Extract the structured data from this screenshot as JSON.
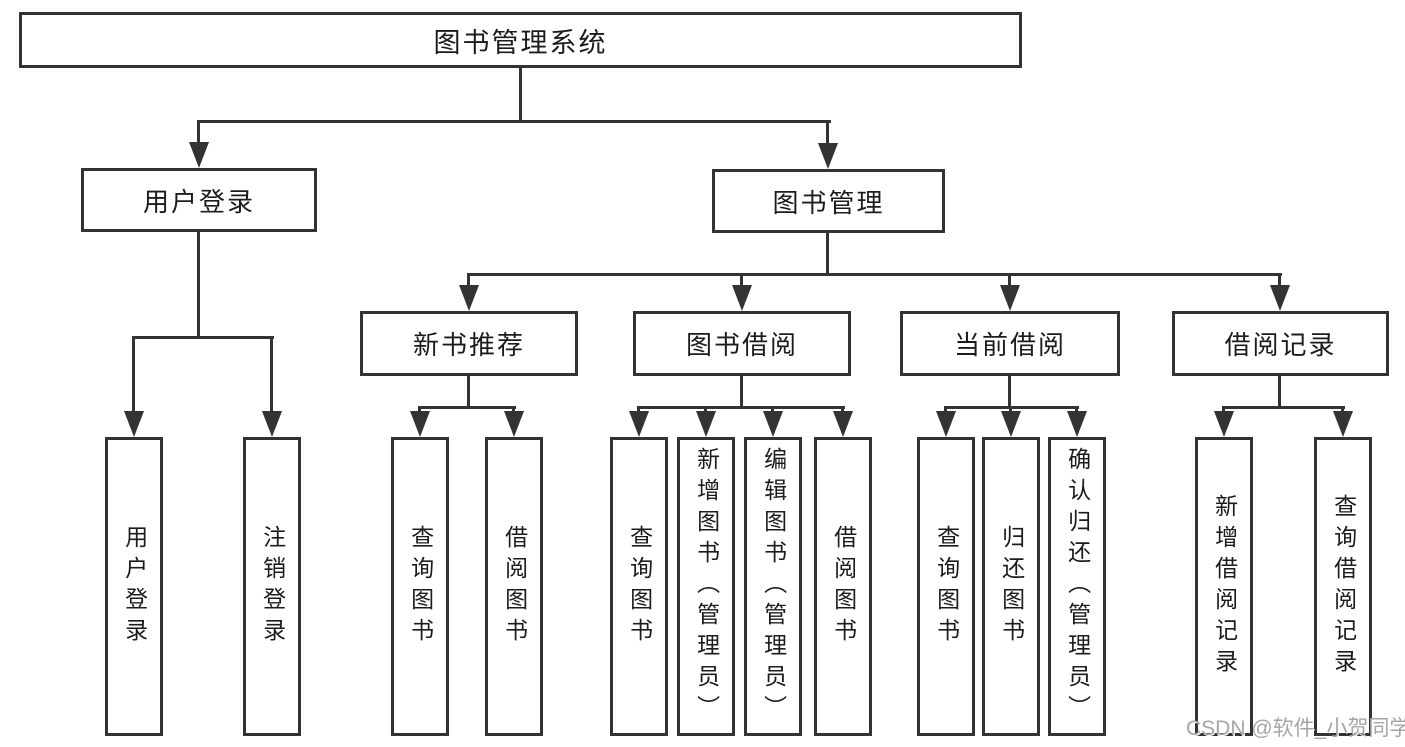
{
  "diagram": {
    "title": "图书管理系统",
    "tree": {
      "label": "图书管理系统",
      "children": [
        {
          "label": "用户登录",
          "children": [
            {
              "label": "用户登录"
            },
            {
              "label": "注销登录"
            }
          ]
        },
        {
          "label": "图书管理",
          "children": [
            {
              "label": "新书推荐",
              "children": [
                {
                  "label": "查询图书"
                },
                {
                  "label": "借阅图书"
                }
              ]
            },
            {
              "label": "图书借阅",
              "children": [
                {
                  "label": "查询图书"
                },
                {
                  "label": "新增图书（管理员）"
                },
                {
                  "label": "编辑图书（管理员）"
                },
                {
                  "label": "借阅图书"
                }
              ]
            },
            {
              "label": "当前借阅",
              "children": [
                {
                  "label": "查询图书"
                },
                {
                  "label": "归还图书"
                },
                {
                  "label": "确认归还（管理员）"
                }
              ]
            },
            {
              "label": "借阅记录",
              "children": [
                {
                  "label": "新增借阅记录"
                },
                {
                  "label": "查询借阅记录"
                }
              ]
            }
          ]
        }
      ]
    },
    "watermark": "CSDN @软件_小贺同学",
    "colors": {
      "line": "#333333",
      "text": "#1c1c1c",
      "background": "#ffffff",
      "watermark": "#a6a6a6"
    }
  }
}
